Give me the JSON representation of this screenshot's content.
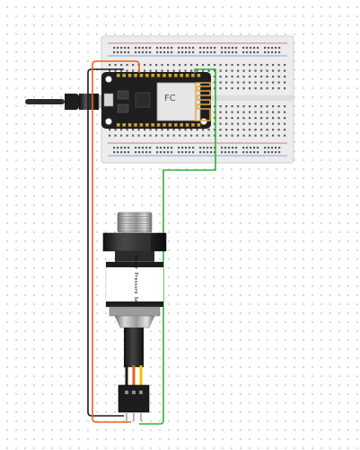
{
  "diagram": {
    "components": {
      "breadboard": {
        "name": "breadboard"
      },
      "microcontroller": {
        "name": "nodemcu-board",
        "shield_marking": "FC"
      },
      "sensor": {
        "name": "pressure-sensor",
        "label": "Water Pressure Sensor"
      },
      "usb_cable": {
        "name": "usb-cable"
      },
      "connector": {
        "name": "three-pin-connector",
        "pins": 3
      }
    },
    "wires": [
      {
        "name": "ground-wire",
        "color": "#1a1a1a"
      },
      {
        "name": "power-wire",
        "color": "#e8641b"
      },
      {
        "name": "signal-wire",
        "color": "#2bb534"
      }
    ],
    "sensor_leads": [
      "#1a1a1a",
      "#e8641b",
      "#f2c200"
    ],
    "colors": {
      "board": "#1e1e1e",
      "wifi_shield": "#e6e6e6",
      "antenna": "#e2a640",
      "rail_red": "#d9534f",
      "rail_blue": "#5b8fd6"
    }
  }
}
